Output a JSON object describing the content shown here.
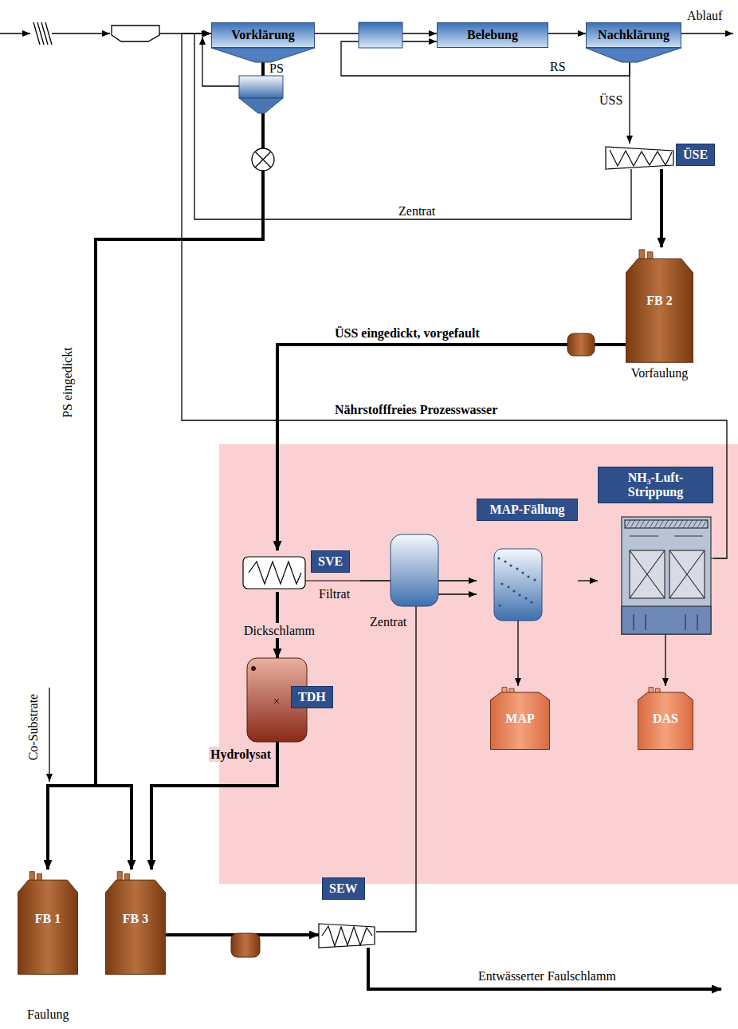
{
  "diagram": {
    "nodes": [
      {
        "text": [
          "Vorklärung"
        ]
      },
      {
        "text": [
          "Belebung"
        ]
      },
      {
        "text": [
          "Nachklärung"
        ]
      },
      {
        "text": [
          "ÜSE"
        ]
      },
      {
        "text": [
          "FB 2",
          "Vorfaulung"
        ]
      },
      {
        "text": [
          "SVE"
        ]
      },
      {
        "text": [
          "MAP-Fällung"
        ]
      },
      {
        "text": [
          "NH₃-Luft-Strippung"
        ]
      },
      {
        "text": [
          "TDH"
        ]
      },
      {
        "text": [
          "MAP"
        ]
      },
      {
        "text": [
          "DAS"
        ]
      },
      {
        "text": [
          "FB 1"
        ]
      },
      {
        "text": [
          "FB 3"
        ]
      },
      {
        "text": [
          "SEW"
        ]
      }
    ],
    "edges": [
      {
        "from": 0,
        "to": 1,
        "arrow": "to"
      },
      {
        "from": 1,
        "to": 2,
        "arrow": "to"
      },
      {
        "from": 2,
        "to": 1,
        "label": "RS",
        "arrow": "to"
      },
      {
        "from": 2,
        "to": 3,
        "label": "ÜSS",
        "arrow": "to"
      },
      {
        "from": 3,
        "to": 4,
        "arrow": "to"
      },
      {
        "from": 3,
        "to": 0,
        "label": "Zentrat",
        "arrow": "to"
      },
      {
        "from": 4,
        "to": 5,
        "label": "ÜSS eingedickt, vorgefault",
        "arrow": "to"
      },
      {
        "from": 0,
        "to": 11,
        "label": "PS eingedickt",
        "arrow": "to"
      },
      {
        "from": 0,
        "to": 12,
        "arrow": "to"
      },
      {
        "from": 5,
        "to": 8,
        "label": "Dickschlamm",
        "arrow": "to"
      },
      {
        "from": 8,
        "to": 12,
        "label": "Hydrolysat",
        "arrow": "to"
      },
      {
        "from": 5,
        "to": 6,
        "label": "Filtrat",
        "arrow": "to"
      },
      {
        "from": 6,
        "to": 9,
        "arrow": "to"
      },
      {
        "from": 6,
        "to": 7,
        "arrow": "to"
      },
      {
        "from": 7,
        "to": 10,
        "arrow": "to"
      },
      {
        "from": 7,
        "to": 0,
        "label": "Nährstofffreies Prozesswasser",
        "arrow": "to"
      },
      {
        "from": 12,
        "to": 13,
        "arrow": "to"
      },
      {
        "from": 13,
        "to": 6,
        "label": "Zentrat",
        "arrow": "to"
      }
    ],
    "labels": [
      "Ablauf",
      "PS",
      "Co-Substrate",
      "Entwässerter Faulschlamm",
      "Faulung"
    ]
  }
}
